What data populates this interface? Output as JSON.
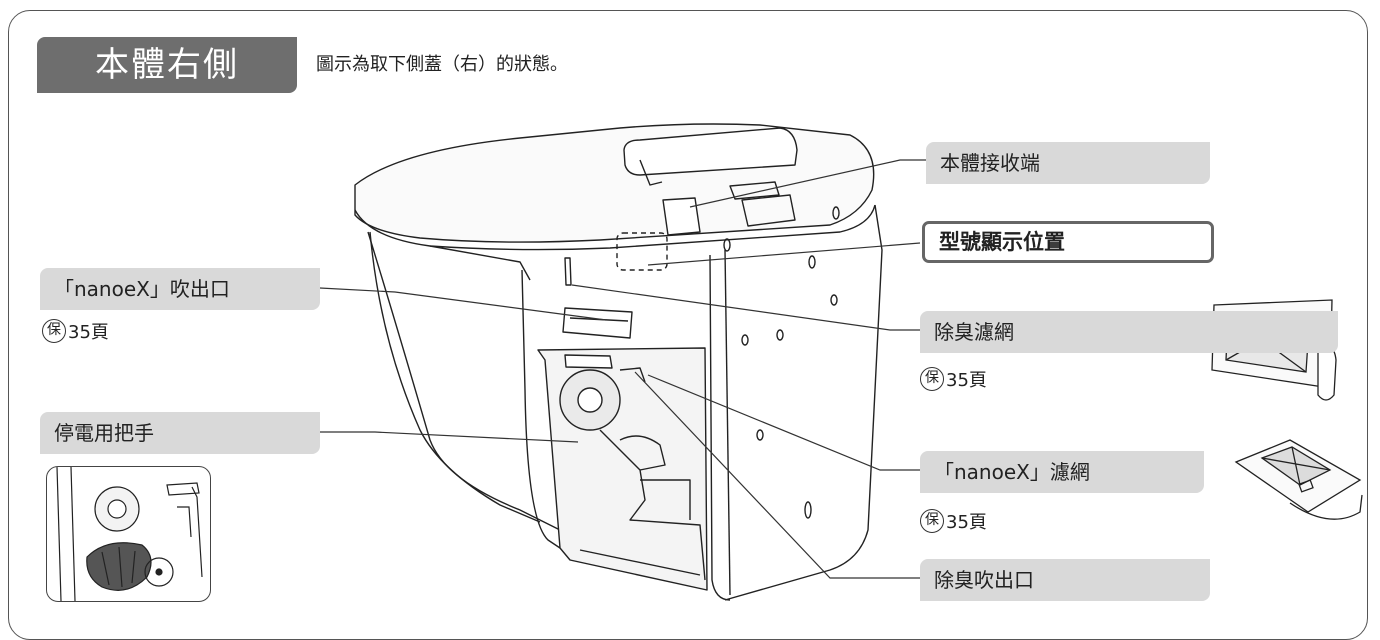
{
  "section_title": "本體右側",
  "subtitle": "圖示為取下側蓋（右）的狀態。",
  "labels": {
    "receiver": "本體接收端",
    "model_position": "型號顯示位置",
    "deodorant_filter": "除臭濾網",
    "nanoex_filter": "「nanoeX」濾網",
    "deodorant_outlet": "除臭吹出口",
    "nanoex_outlet": "「nanoeX」吹出口",
    "power_outage_handle": "停電用把手"
  },
  "refs": {
    "nanoex_outlet_ref": "35頁",
    "deodorant_filter_ref": "35頁",
    "nanoex_filter_ref": "35頁",
    "circle_char": "保"
  },
  "colors": {
    "tab": "#6e6e6e",
    "label_bg": "#d9d9d9",
    "line": "#333333"
  }
}
